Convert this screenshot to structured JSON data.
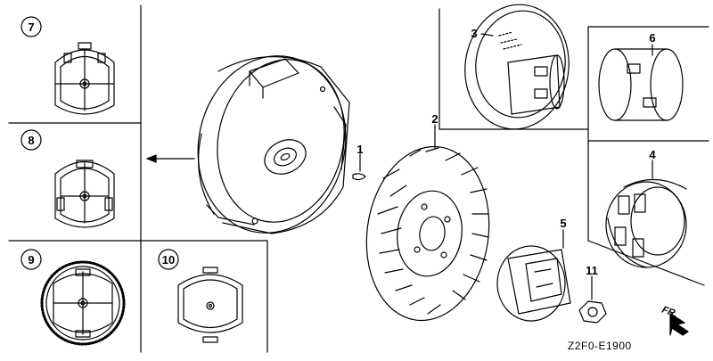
{
  "diagram": {
    "code": "Z2F0-E1900",
    "direction_label": "FR.",
    "callouts": {
      "c1": "1",
      "c2": "2",
      "c3": "3",
      "c4": "4",
      "c5": "5",
      "c6": "6",
      "c7": "7",
      "c8": "8",
      "c9": "9",
      "c10": "10",
      "c11": "11"
    }
  }
}
